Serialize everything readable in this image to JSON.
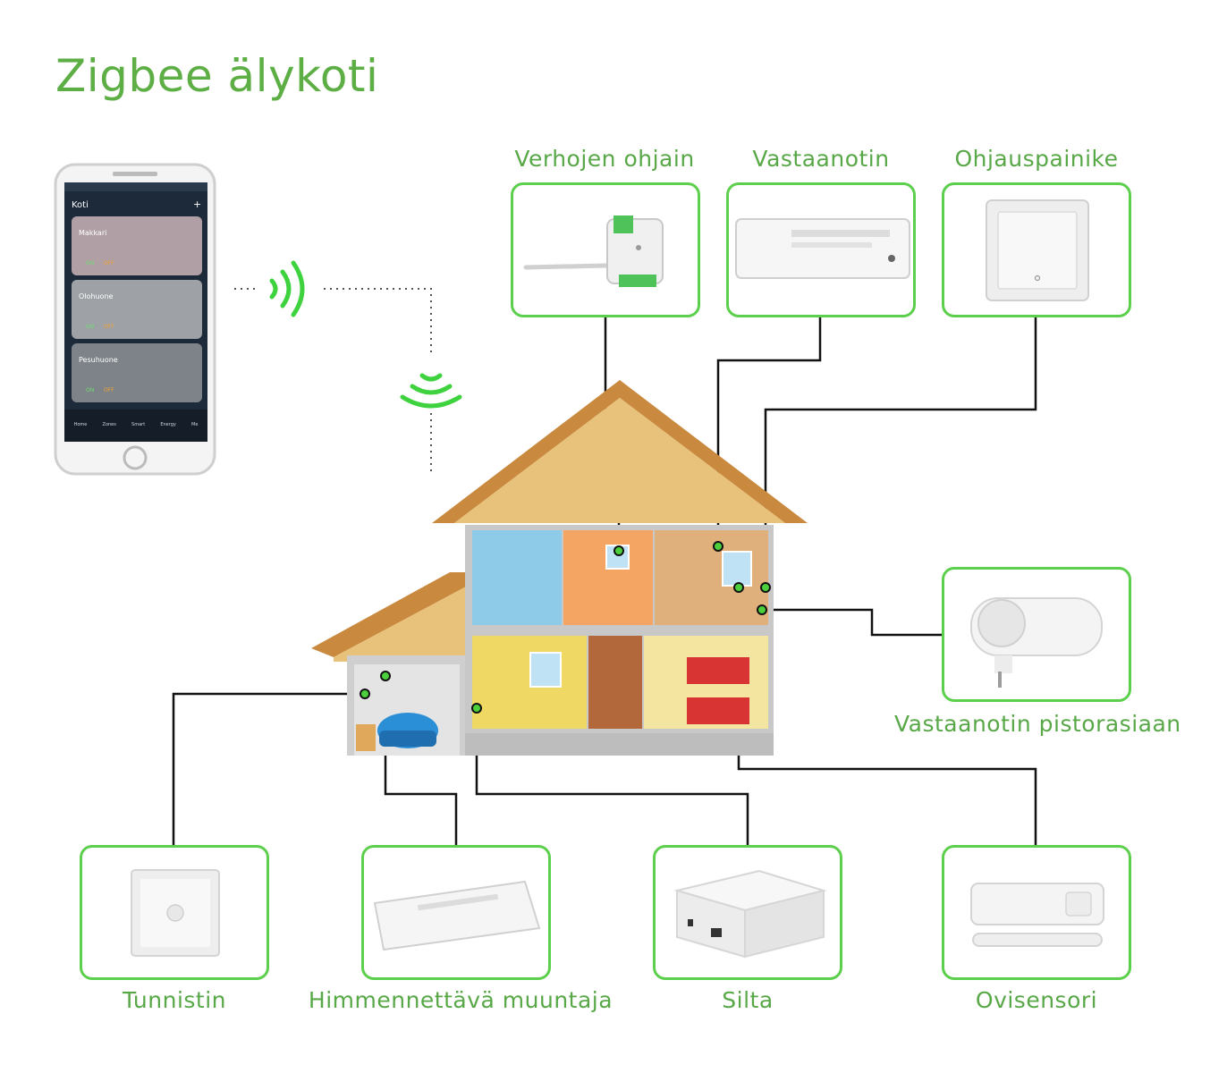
{
  "title": "Zigbee älykoti",
  "devices": {
    "curtain": "Verhojen ohjain",
    "receiver": "Vastaanotin",
    "button": "Ohjauspainike",
    "plug": "Vastaanotin pistorasiaan",
    "sensor": "Tunnistin",
    "dimmer": "Himmennettävä muuntaja",
    "bridge": "Silta",
    "door": "Ovisensori"
  },
  "phone": {
    "header": "Koti",
    "plus": "+",
    "rooms": [
      {
        "name": "Makkari",
        "on": "ON",
        "off": "OFF"
      },
      {
        "name": "Olohuone",
        "on": "ON",
        "off": "OFF"
      },
      {
        "name": "Pesuhuone",
        "on": "ON",
        "off": "OFF"
      }
    ],
    "nav": [
      "Home",
      "Zones",
      "Smart",
      "Energy",
      "Me"
    ]
  },
  "colors": {
    "accent": "#5cae45",
    "box_border": "#5ccf4c",
    "connector": "#111111",
    "node": "#4ccf3c"
  }
}
